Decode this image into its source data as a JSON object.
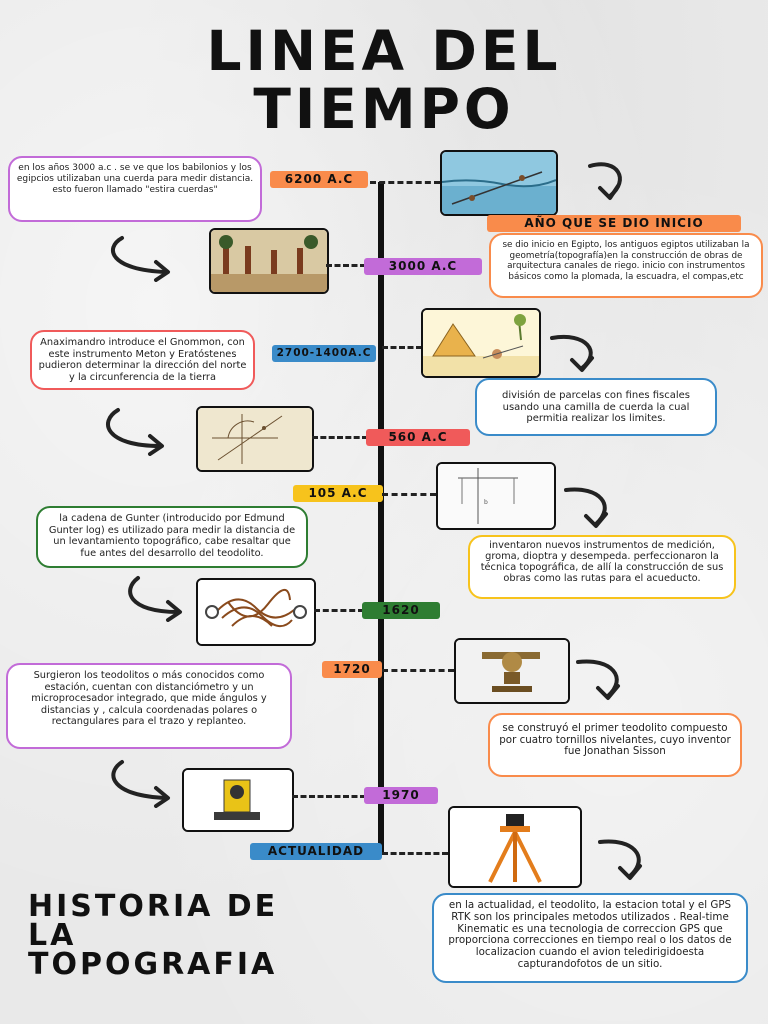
{
  "title": {
    "line1": "LINEA DEL",
    "line2": "TIEMPO"
  },
  "footer": {
    "line1": "HISTORIA DE",
    "line2": "LA",
    "line3": "TOPOGRAFIA"
  },
  "header_tag": "AÑO QUE SE DIO INICIO",
  "colors": {
    "orange": "#f98b4b",
    "purple": "#c26bd8",
    "blue": "#3a8bc9",
    "red": "#f05a5a",
    "yellow": "#f7c31c",
    "green": "#2e7d32"
  },
  "events": [
    {
      "year": "6200 A.C",
      "text": "en los años 3000 a.c . se ve que los babilonios y los egipcios utilizaban una cuerda para medir distancia. esto fueron llamado \"estira cuerdas\""
    },
    {
      "year": "3000 A.C",
      "text": "se dio inicio en Egipto, los antiguos egiptos utilizaban la geometría(topografía)en la construcción de obras de arquitectura canales de riego. inicio con instrumentos básicos como la plomada, la escuadra, el compas,etc"
    },
    {
      "year": "2700-1400A.C",
      "text": "Anaximandro introduce el Gnommon, con este instrumento Meton y Eratóstenes pudieron determinar la dirección del norte y la circunferencia de la tierra"
    },
    {
      "year": "560 A.C",
      "text": "división de parcelas con fines fiscales usando una camilla de cuerda la cual permitia realizar los limites."
    },
    {
      "year": "105 A.C",
      "text": "inventaron nuevos instrumentos de medición, groma, dioptra y desempeda. perfeccionaron la técnica topográfica, de allí la construcción de sus obras como las rutas para el acueducto."
    },
    {
      "year": "1620",
      "text": "la cadena de Gunter (introducido por Edmund Gunter log) es utilizado para medir la distancia de un levantamiento topográfico, cabe resaltar que fue antes del desarrollo del teodolito."
    },
    {
      "year": "1720",
      "text": "se construyó el primer teodolito compuesto por cuatro tornillos nivelantes, cuyo inventor fue Jonathan Sisson"
    },
    {
      "year": "1970",
      "text": "Surgieron los teodolitos o más conocidos como estación, cuentan con distanciómetro y un microprocesador integrado, que mide ángulos y distancias y , calcula coordenadas polares o rectangulares para el trazo y replanteo."
    },
    {
      "year": "ACTUALIDAD",
      "text": "en la actualidad, el teodolito, la estacion total y el GPS RTK son los principales metodos utilizados . Real-time Kinematic es una tecnologia de correccion GPS que proporciona correcciones en tiempo real o los datos de localizacion cuando el avion teledirigidoesta capturandofotos de un sitio."
    }
  ],
  "icons": [
    "curved-arrow-icon",
    "picture-icon"
  ]
}
